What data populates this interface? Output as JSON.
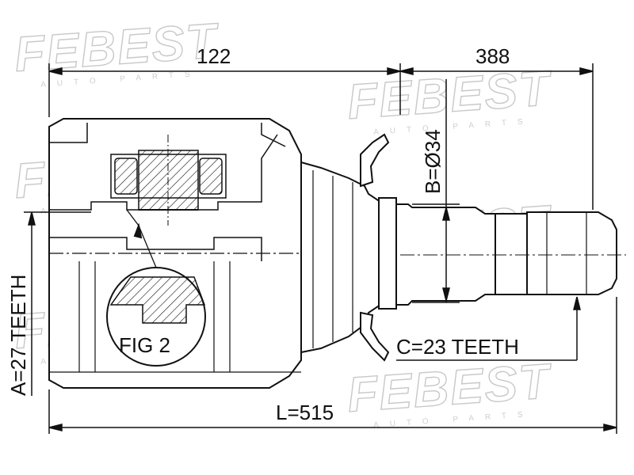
{
  "watermark": {
    "brand": "FEBEST",
    "sub": "AUTO PARTS"
  },
  "dimensions": {
    "top_left": "122",
    "top_right": "388",
    "diameter": "B=Ø34",
    "total_length": "L=515"
  },
  "labels": {
    "teeth_a": "A=27 TEETH",
    "teeth_c": "C=23 TEETH",
    "fig": "FIG 2"
  },
  "colors": {
    "line": "#111111",
    "watermark": "#c8c8c8"
  }
}
